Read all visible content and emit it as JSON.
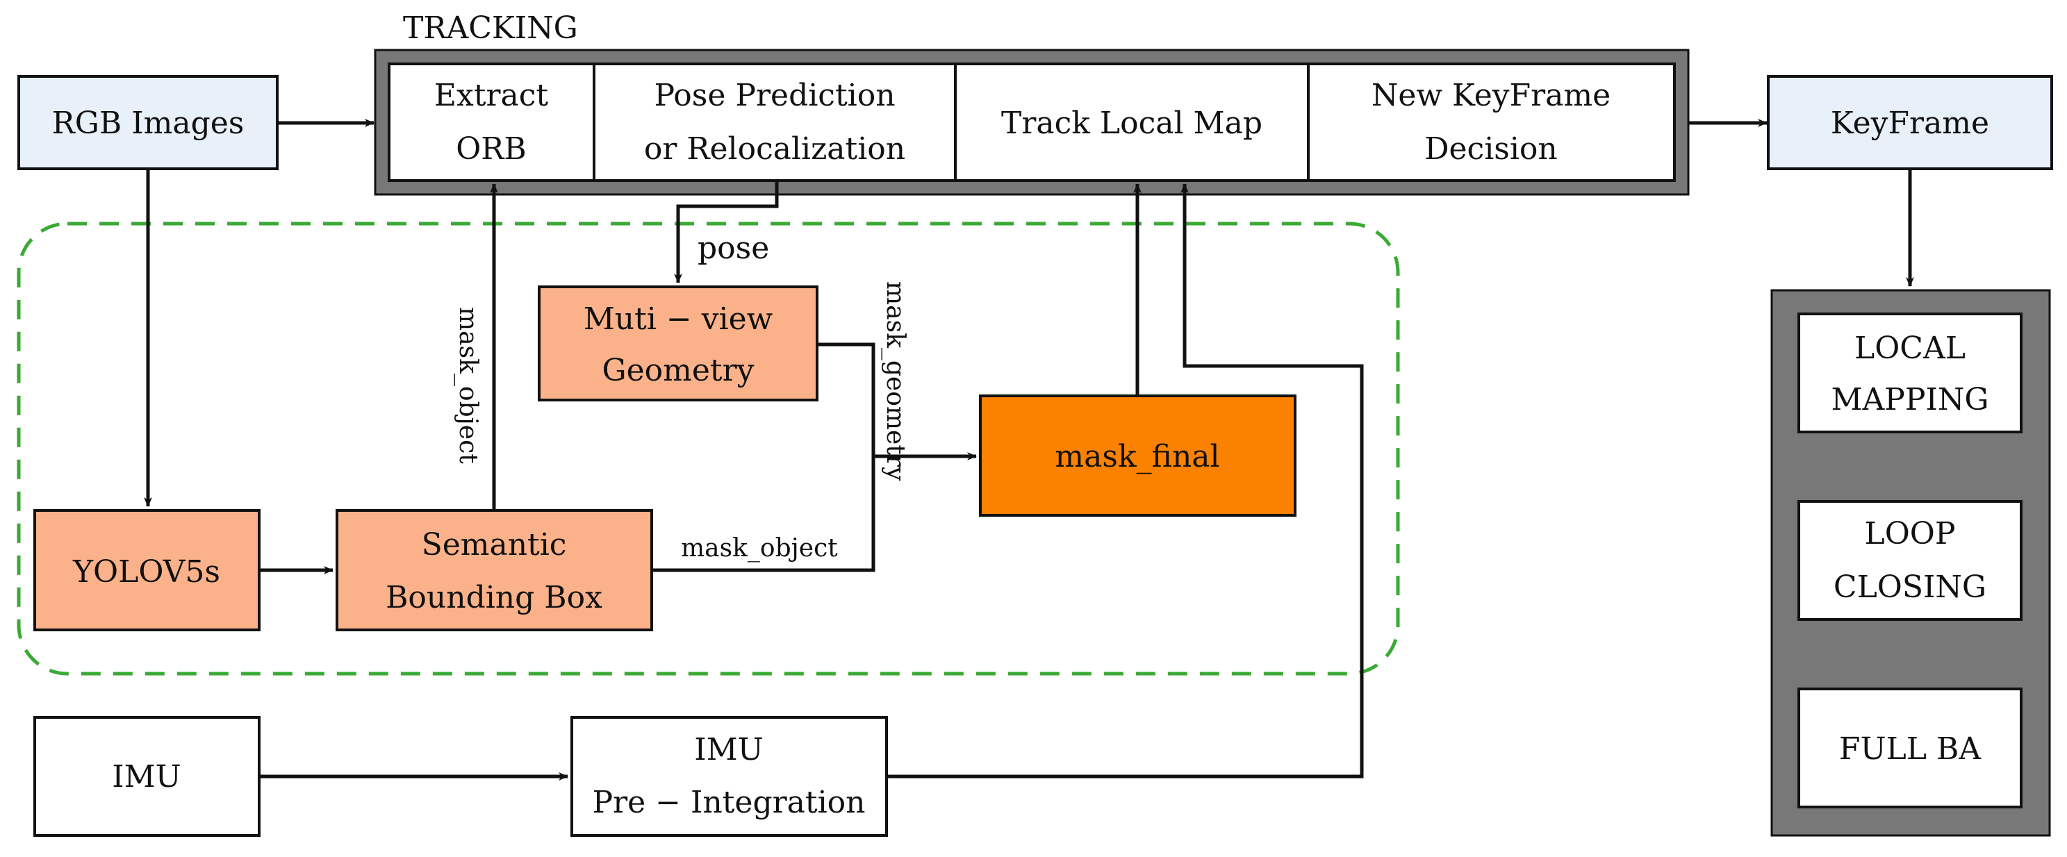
{
  "tracking": {
    "title": "TRACKING",
    "stages": [
      {
        "lines": [
          "Extract",
          "ORB"
        ]
      },
      {
        "lines": [
          "Pose Prediction",
          "or Relocalization"
        ]
      },
      {
        "lines": [
          "Track Local Map"
        ]
      },
      {
        "lines": [
          "New KeyFrame",
          "Decision"
        ]
      }
    ]
  },
  "inputs": {
    "rgb": "RGB Images",
    "imu": "IMU"
  },
  "keyframe": "KeyFrame",
  "backend": {
    "local_mapping": [
      "LOCAL",
      "MAPPING"
    ],
    "loop_closing": [
      "LOOP",
      "CLOSING"
    ],
    "full_ba": [
      "FULL BA"
    ]
  },
  "modules": {
    "yolo": "YOLOV5s",
    "semantic_bbox": [
      "Semantic",
      "Bounding Box"
    ],
    "multiview": [
      "Muti − view",
      "Geometry"
    ],
    "mask_final": "mask_final",
    "imu_preint": [
      "IMU",
      "Pre − Integration"
    ]
  },
  "edge_labels": {
    "pose": "pose",
    "mask_object_vertical": "mask_object",
    "mask_object_horizontal": "mask_object",
    "mask_geometry": "mask_geometry"
  },
  "colors": {
    "input_fill": "#e8f0fa",
    "module_fill": "#fbb28a",
    "mask_final_fill": "#fb8200",
    "tracking_frame": "#787878",
    "backend_frame": "#787878",
    "dashed_region": "#3aaa35",
    "stroke": "#111111"
  }
}
